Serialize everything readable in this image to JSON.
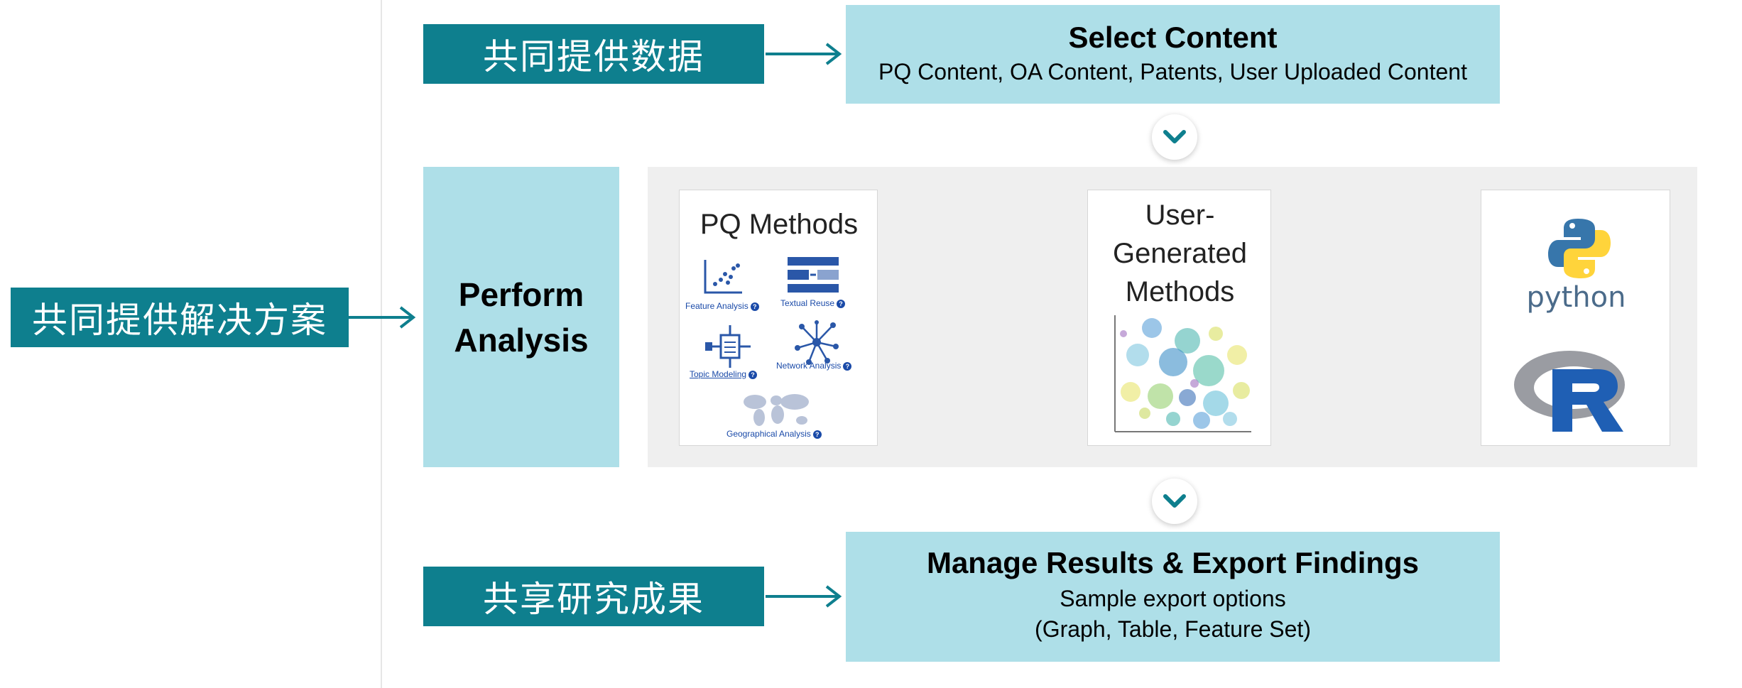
{
  "tags": {
    "provide_data": "共同提供数据",
    "provide_solution": "共同提供解决方案",
    "share_results": "共享研究成果"
  },
  "select_content": {
    "title": "Select Content",
    "subtitle": "PQ Content, OA Content, Patents, User Uploaded Content"
  },
  "perform_analysis": {
    "line1": "Perform",
    "line2": "Analysis"
  },
  "pq_methods": {
    "title": "PQ Methods",
    "items": [
      "Feature Analysis",
      "Textual Reuse",
      "Topic Modeling",
      "Network Analysis",
      "Geographical Analysis"
    ]
  },
  "user_methods": {
    "title": [
      "User-",
      "Generated",
      "Methods"
    ]
  },
  "tools": {
    "python_label": "python",
    "r_label": "R"
  },
  "manage_results": {
    "title": "Manage Results & Export Findings",
    "line1": "Sample export options",
    "line2": "(Graph, Table, Feature Set)"
  },
  "colors": {
    "teal": "#0e7f8e",
    "light_blue": "#aedfe8",
    "panel_gray": "#efefef"
  }
}
